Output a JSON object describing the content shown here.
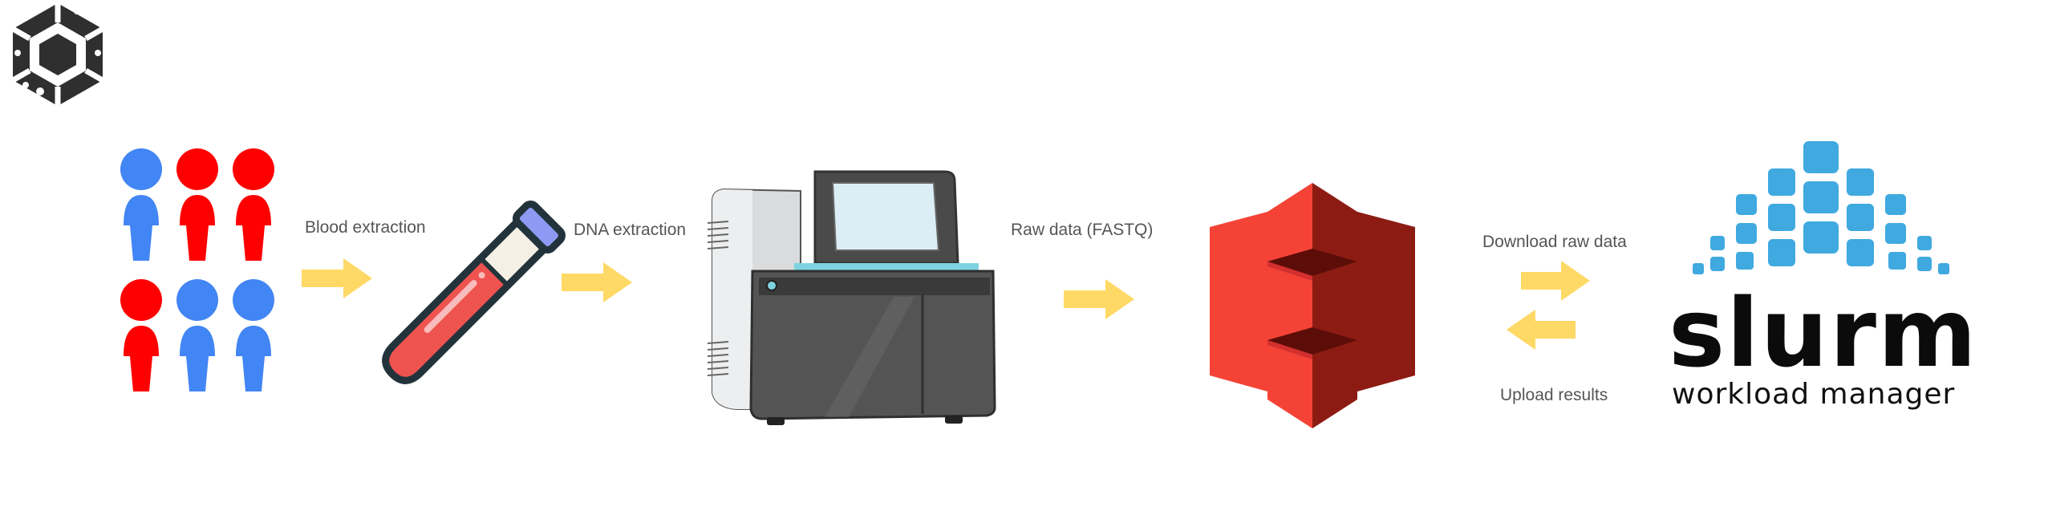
{
  "labels": {
    "blood_extraction": "Blood extraction",
    "dna_extraction": "DNA extraction",
    "raw_data": "Raw data (FASTQ)",
    "download_raw_data": "Download raw data",
    "upload_results": "Upload results"
  },
  "slurm": {
    "wordmark": "slurm",
    "tagline": "workload manager"
  },
  "icons": {
    "logo": "hexagon-circuit-logo-icon",
    "people": "people-group-icon",
    "tube": "blood-test-tube-icon",
    "sequencer": "dna-sequencer-machine-icon",
    "storage": "aws-s3-storage-icon",
    "slurm": "slurm-logo-icon"
  },
  "colors": {
    "arrow": "#FFD966",
    "person_blue": "#4285F4",
    "person_red": "#FF0000",
    "tube_red": "#EF5350",
    "s3_light": "#F44336",
    "s3_dark": "#8C1C13",
    "slurm_blue": "#3FA9E0"
  }
}
